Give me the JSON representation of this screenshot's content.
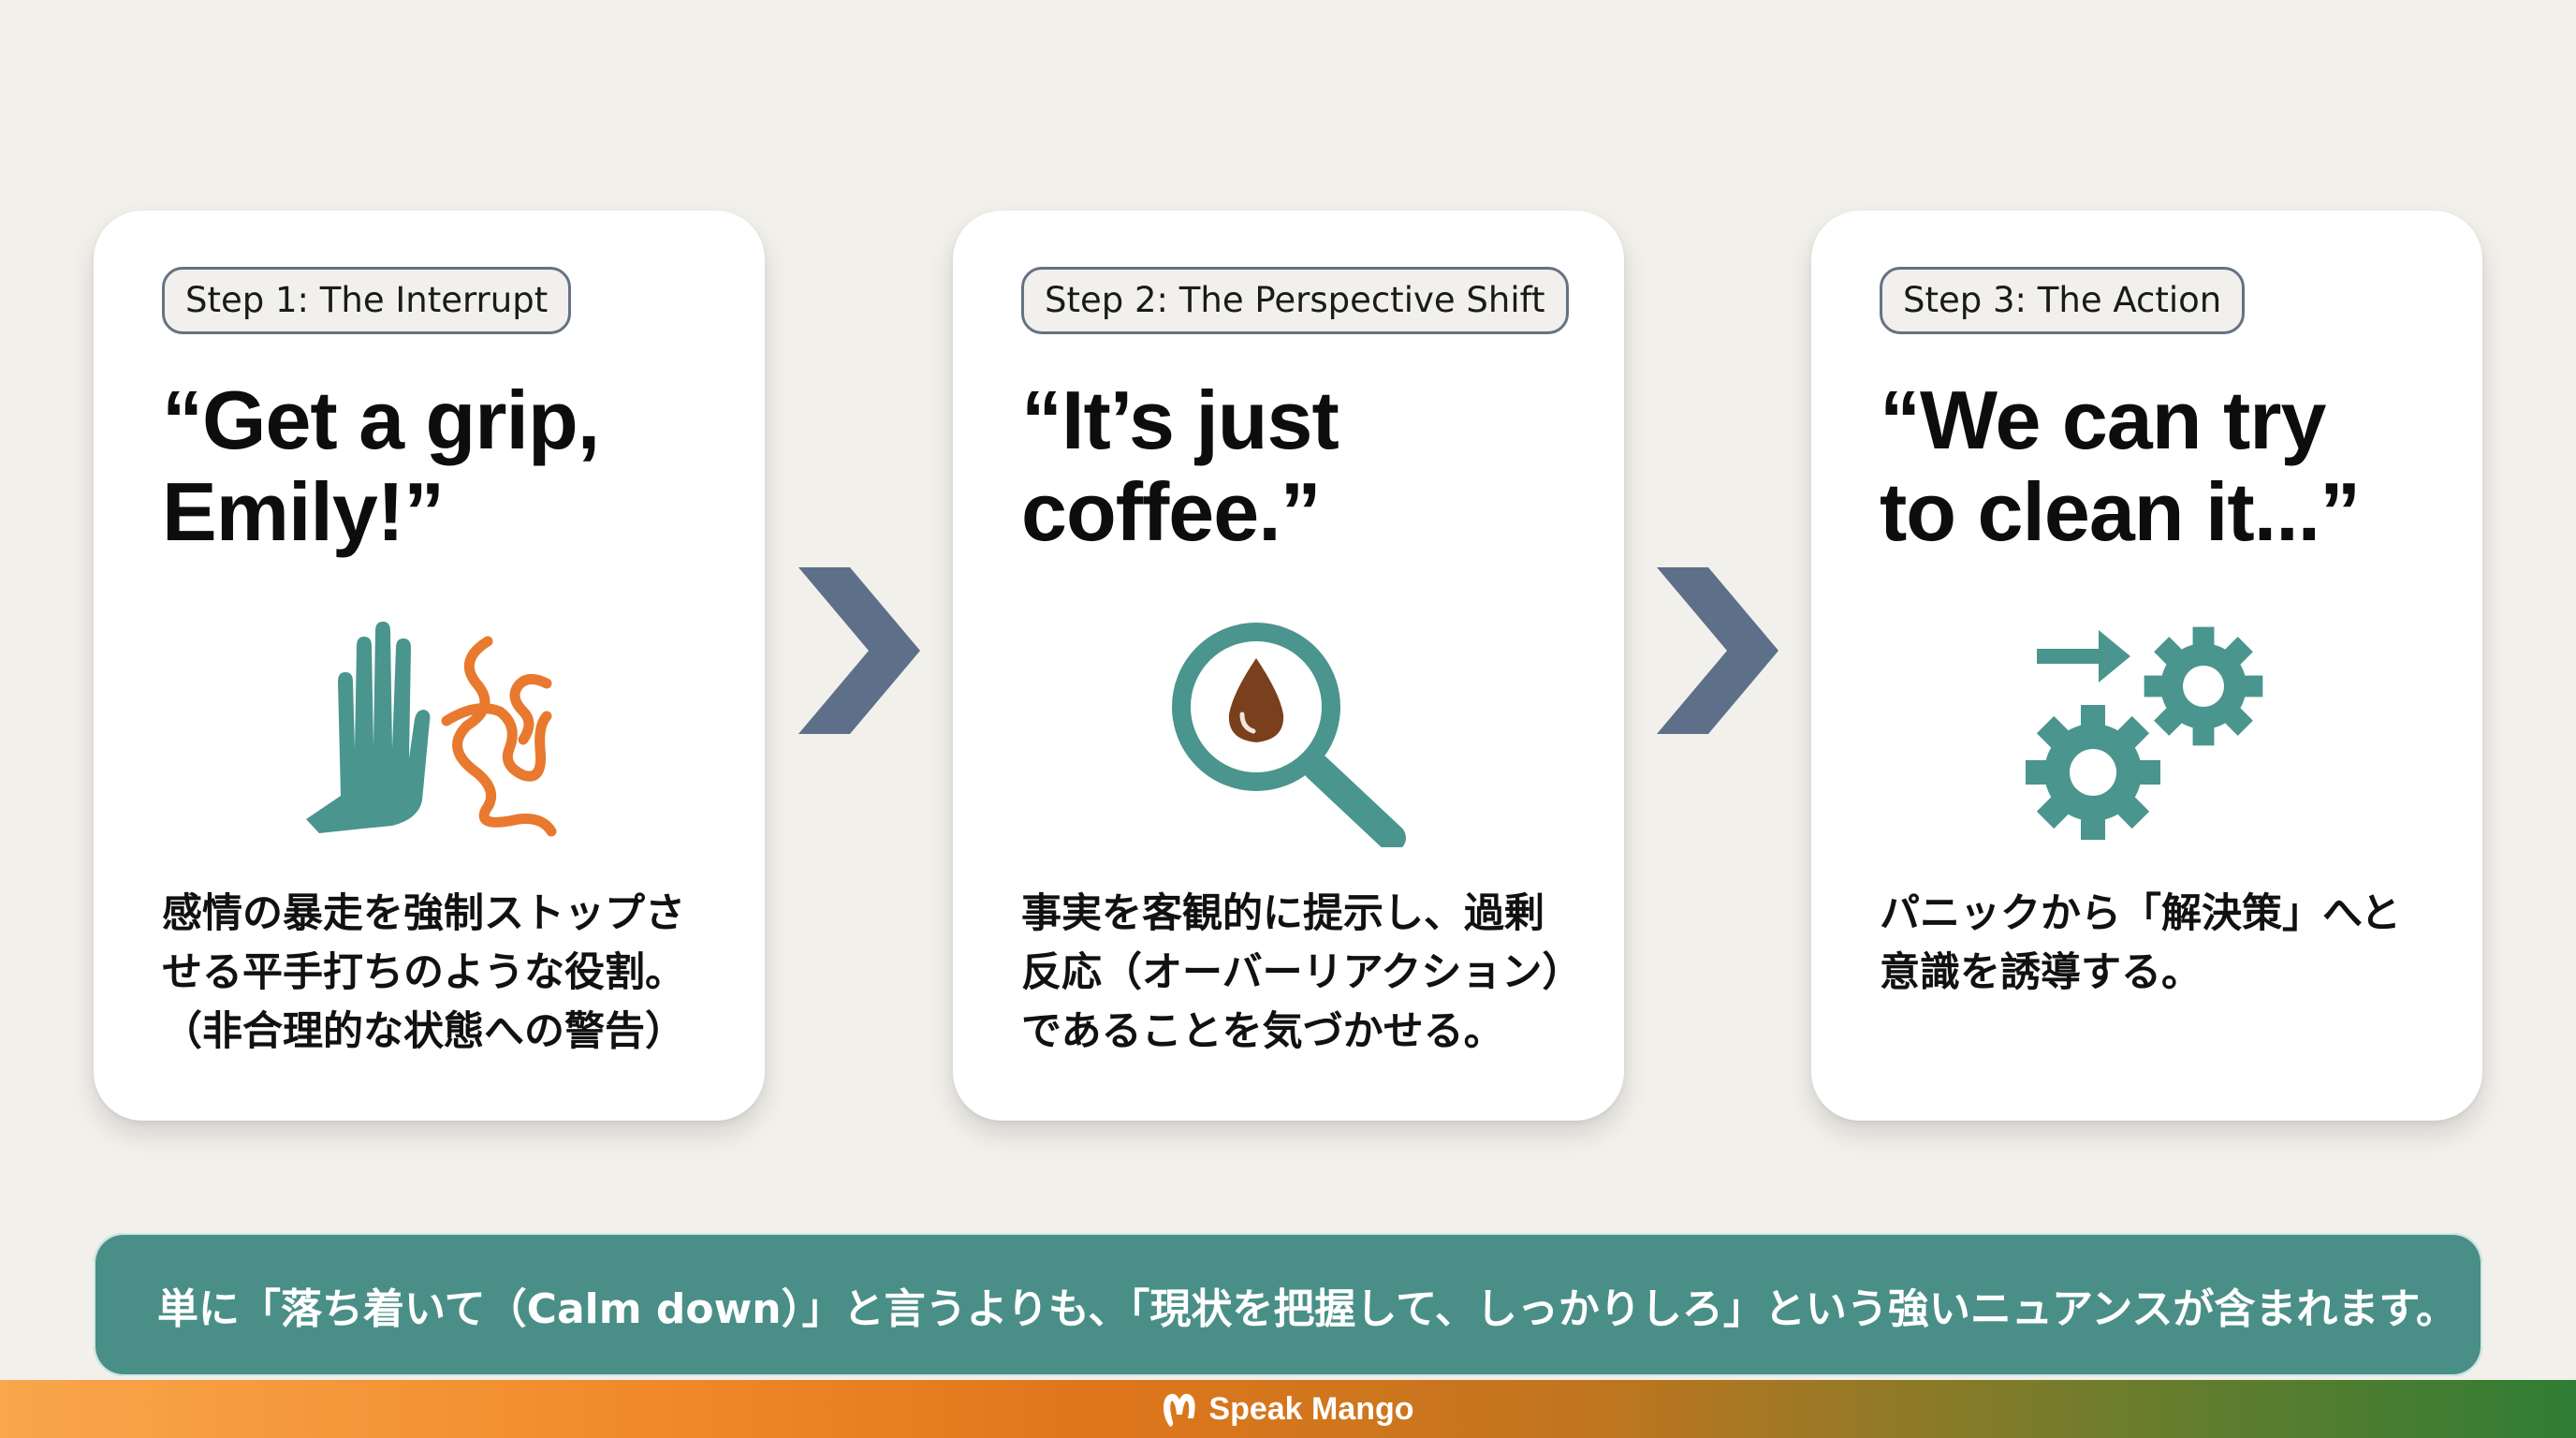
{
  "steps": [
    {
      "badge": "Step 1: The Interrupt",
      "quote_lines": [
        "“Get a grip,",
        "Emily!”"
      ],
      "icon": "stop-hand-and-chaos-squiggle-icon",
      "description_lines": [
        "感情の暴走を強制ストップさ",
        "せる平手打ちのような役割。",
        "（非合理的な状態への警告）"
      ]
    },
    {
      "badge": "Step 2: The Perspective Shift",
      "quote_lines": [
        "“It’s just",
        "coffee.”"
      ],
      "icon": "magnifier-coffee-drop-icon",
      "description_lines": [
        "事実を客観的に提示し、過剰",
        "反応（オーバーリアクション）",
        "であることを気づかせる。"
      ]
    },
    {
      "badge": "Step 3: The Action",
      "quote_lines": [
        "“We can try",
        "to clean it...”"
      ],
      "icon": "arrow-gears-icon",
      "description_lines": [
        "パニックから「解決策」へと",
        "意識を誘導する。"
      ]
    }
  ],
  "connectors": [
    "chevron-right-icon",
    "chevron-right-icon"
  ],
  "banner": {
    "text": "単に「落ち着いて（Calm down）」と言うよりも、「現状を把握して、しっかりしろ」という強いニュアンスが含まれます。"
  },
  "footer": {
    "brand": "Speak Mango",
    "logo_icon": "speak-mango-logo-icon"
  },
  "colors": {
    "background": "#f2f0eb",
    "card": "#ffffff",
    "teal": "#4a8f87",
    "icon_teal": "#4a958e",
    "orange_squiggle": "#e8792e",
    "coffee_brown": "#7a3f1c",
    "chevron": "#5e6f8a",
    "badge_border": "#667283",
    "footer_gradient": [
      "#f9a64c",
      "#e0761c",
      "#2f7d35"
    ]
  }
}
